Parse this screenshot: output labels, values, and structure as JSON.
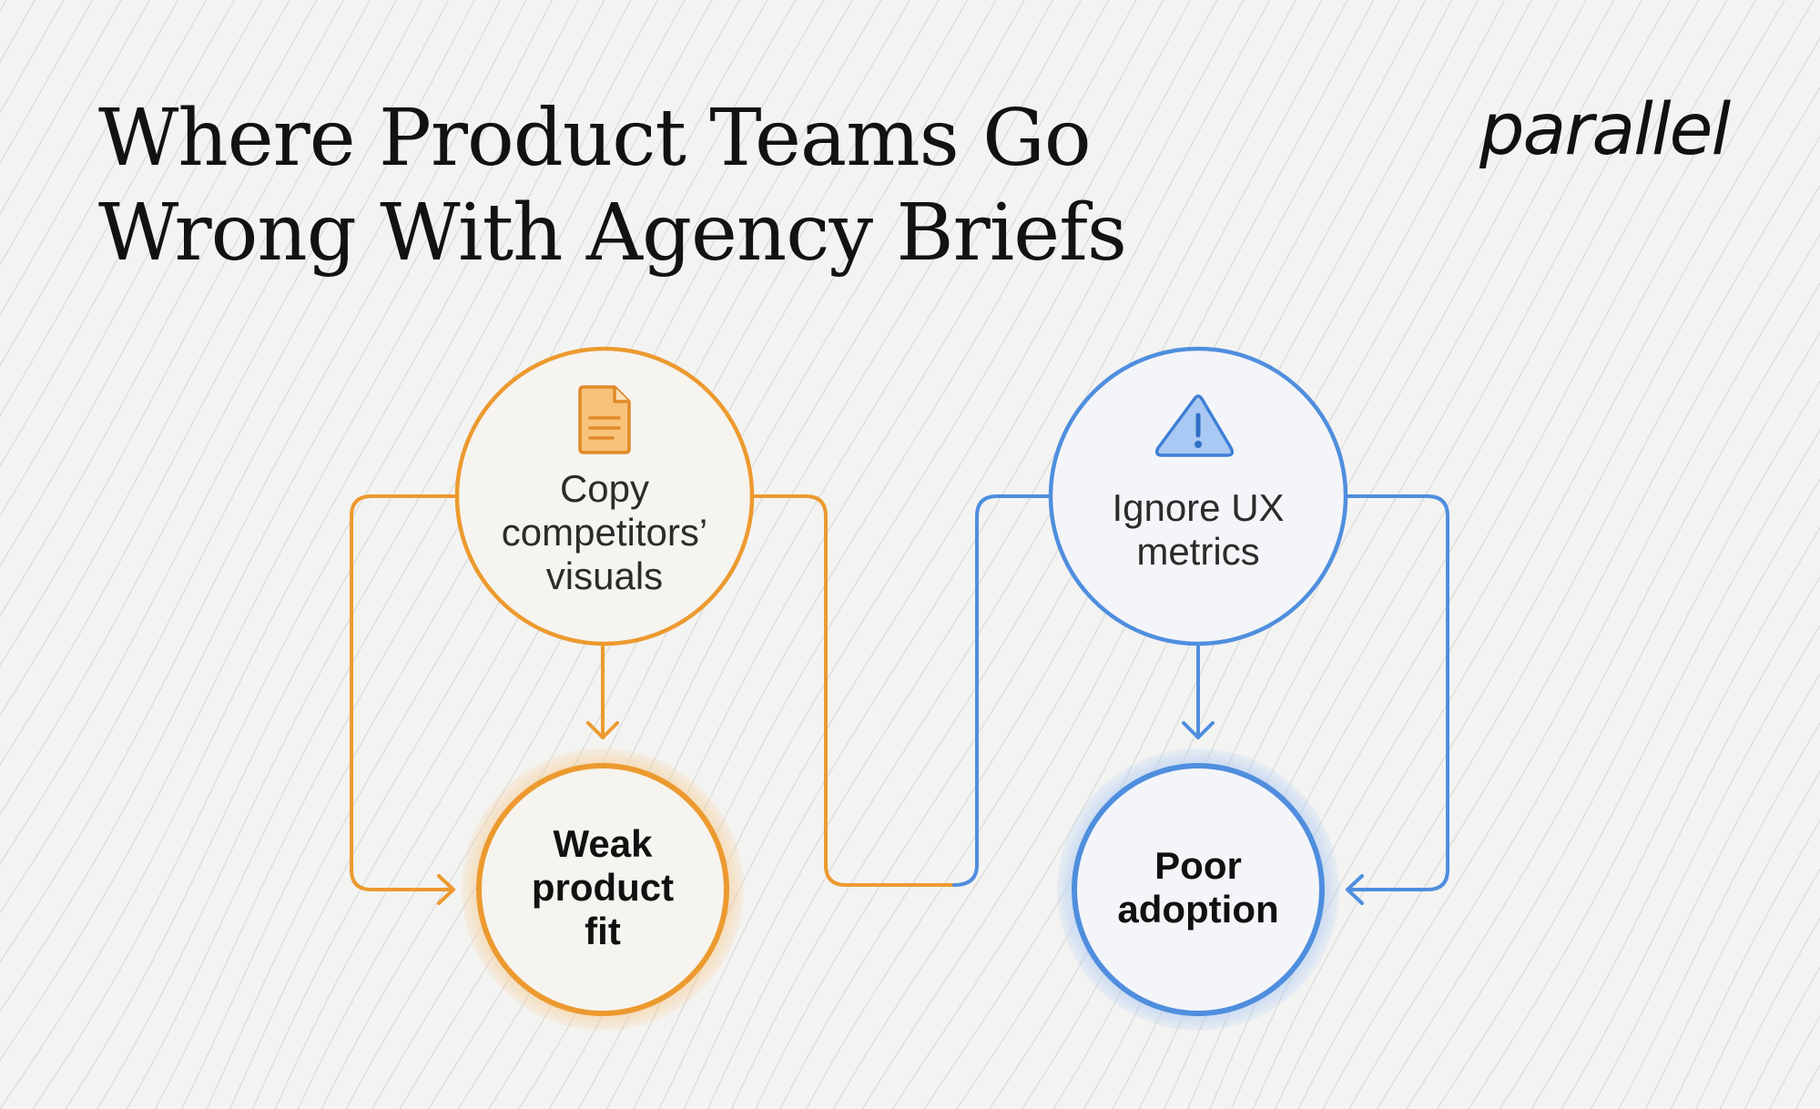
{
  "title": {
    "line1": "Where Product Teams Go",
    "line2": "Wrong With Agency Briefs"
  },
  "brand": {
    "logo_text": "parallel"
  },
  "colors": {
    "orange": "#ec9a2f",
    "blue": "#4f8ede",
    "background": "#f3f3f2"
  },
  "nodes": {
    "copy_competitors": {
      "line1": "Copy",
      "line2": "competitors’",
      "line3": "visuals",
      "icon": "document-icon"
    },
    "weak_fit": {
      "line1": "Weak",
      "line2": "product",
      "line3": "fit"
    },
    "ignore_ux": {
      "line1": "Ignore UX",
      "line2": "metrics",
      "icon": "warning-icon"
    },
    "poor_adoption": {
      "line1": "Poor",
      "line2": "adoption"
    }
  }
}
